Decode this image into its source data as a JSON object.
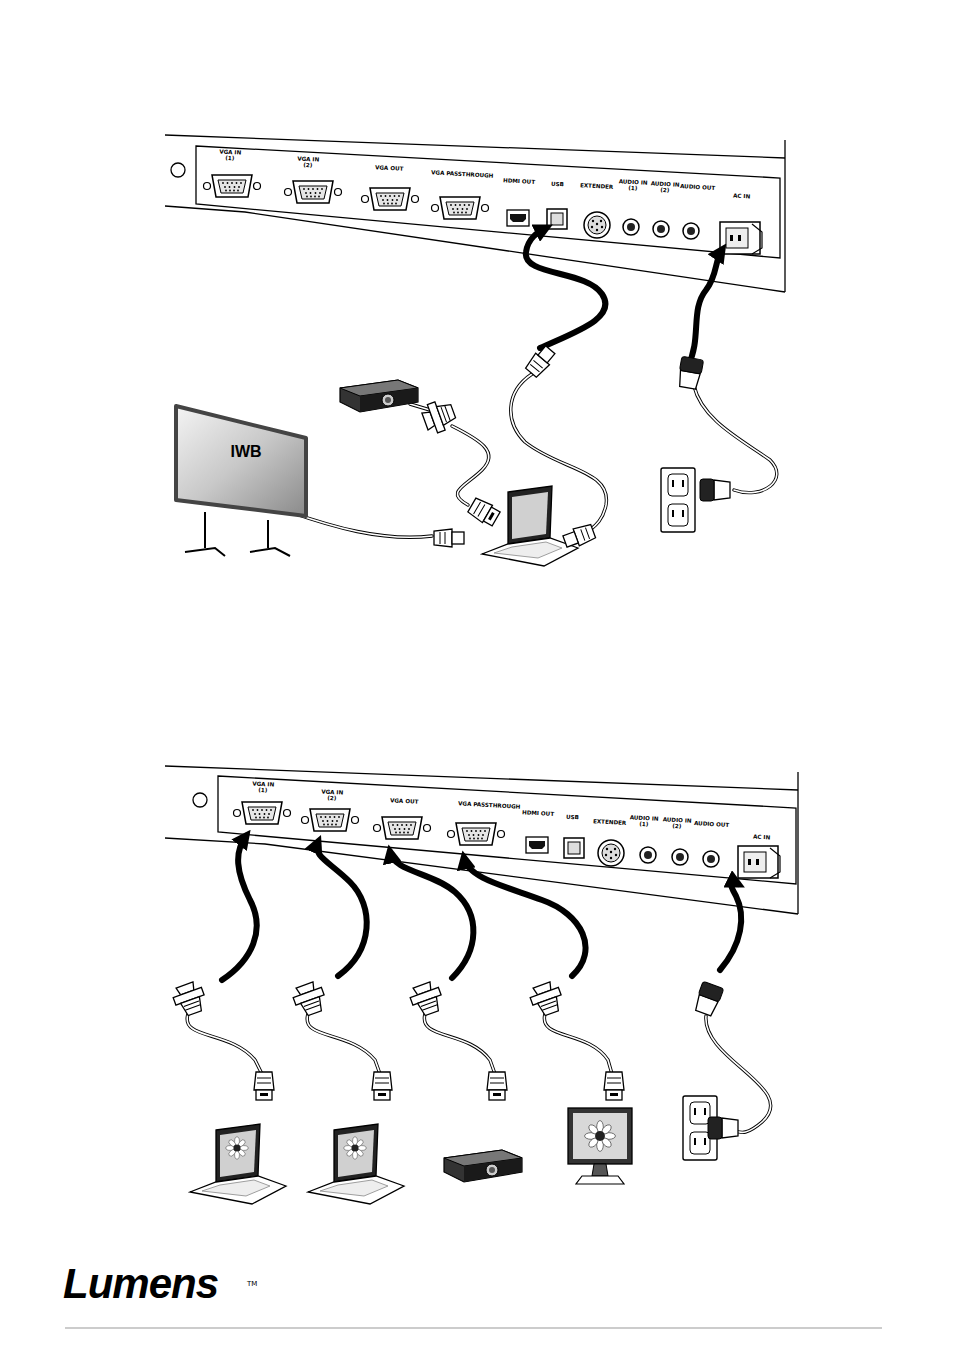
{
  "diagram": {
    "nodes": [
      {
        "text": [
          "IWB"
        ]
      }
    ],
    "labels": [
      "VGA IN (1)",
      "VGA IN (2)",
      "VGA OUT",
      "VGA PASSTHROUGH",
      "HDMI OUT",
      "USB",
      "EXTENDER",
      "AUDIO IN (1)",
      "AUDIO IN (2)",
      "AUDIO OUT",
      "AC IN",
      "VGA IN (1)",
      "VGA IN (2)",
      "VGA OUT",
      "VGA PASSTHROUGH",
      "HDMI OUT",
      "USB",
      "EXTENDER",
      "AUDIO IN (1)",
      "AUDIO IN (2)",
      "AUDIO OUT",
      "AC IN",
      "Lumens",
      "TM"
    ]
  }
}
